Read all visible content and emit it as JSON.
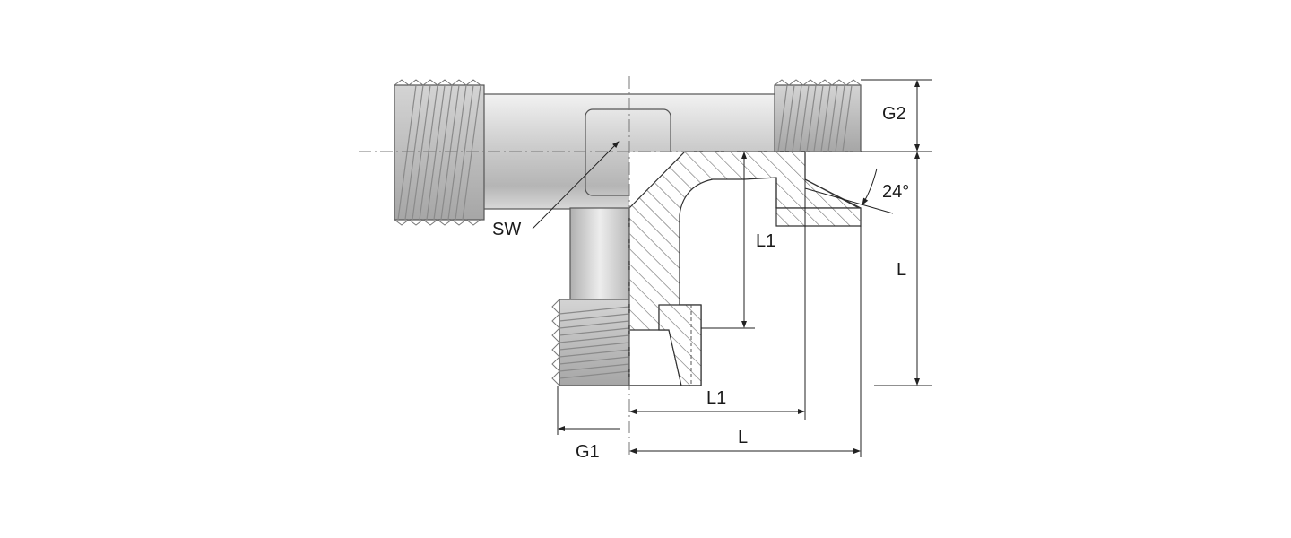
{
  "diagram": {
    "labels": {
      "sw": "SW",
      "g2": "G2",
      "angle": "24°",
      "l1_vertical": "L1",
      "l_vertical": "L",
      "l1_horizontal": "L1",
      "g1": "G1",
      "l_horizontal": "L"
    },
    "colors": {
      "body_light": "#f0f0f0",
      "body_mid": "#c4c4c4",
      "body_dark": "#9a9a9a",
      "thread": "#bdbdbd",
      "hatch": "#666666"
    }
  }
}
